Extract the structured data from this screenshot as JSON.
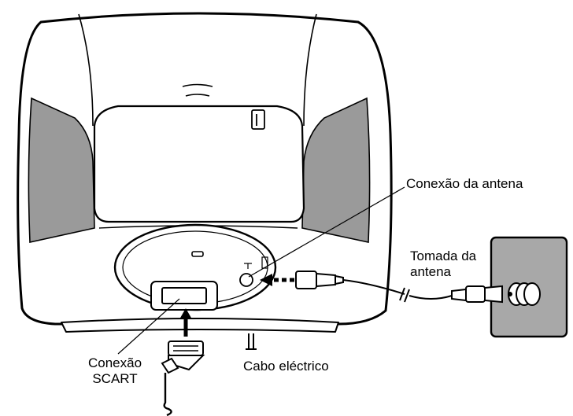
{
  "labels": {
    "antenna_connection": "Conexão da antena",
    "antenna_socket_line1": "Tomada da",
    "antenna_socket_line2": "antena",
    "scart_line1": "Conexão",
    "scart_line2": "SCART",
    "power_cable": "Cabo eléctrico"
  },
  "colors": {
    "outline": "#000000",
    "body_fill": "#ffffff",
    "speaker_fill": "#9a9a9a",
    "wall_plate_fill": "#a8a8a8"
  }
}
